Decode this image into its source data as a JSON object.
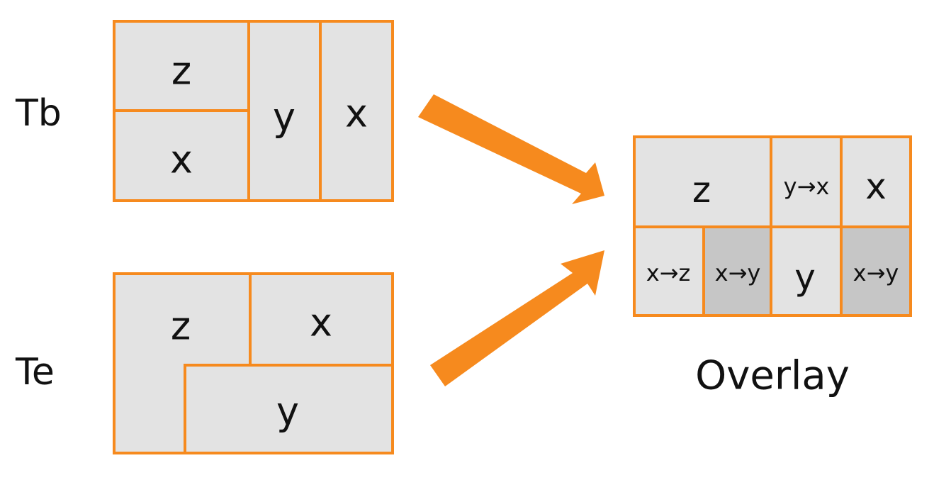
{
  "colors": {
    "border": "#f68a1e",
    "arrow": "#f68a1e",
    "cell_light": "#e3e3e3",
    "cell_dark": "#c6c6c6",
    "text": "#111111"
  },
  "tb": {
    "label": "Tb",
    "cells": [
      {
        "label": "z"
      },
      {
        "label": "x"
      },
      {
        "label": "y"
      },
      {
        "label": "x"
      }
    ]
  },
  "te": {
    "label": "Te",
    "cells": [
      {
        "label": "z"
      },
      {
        "label": "x"
      },
      {
        "label": "y"
      }
    ]
  },
  "overlay": {
    "caption": "Overlay",
    "cells": [
      {
        "label": "z",
        "shade": "light"
      },
      {
        "label": "y→x",
        "shade": "light"
      },
      {
        "label": "x",
        "shade": "light"
      },
      {
        "label": "x→z",
        "shade": "light"
      },
      {
        "label": "x→y",
        "shade": "dark"
      },
      {
        "label": "y",
        "shade": "light"
      },
      {
        "label": "x→y",
        "shade": "dark"
      }
    ]
  },
  "arrows": [
    {
      "from": "tb",
      "to": "overlay"
    },
    {
      "from": "te",
      "to": "overlay"
    }
  ]
}
